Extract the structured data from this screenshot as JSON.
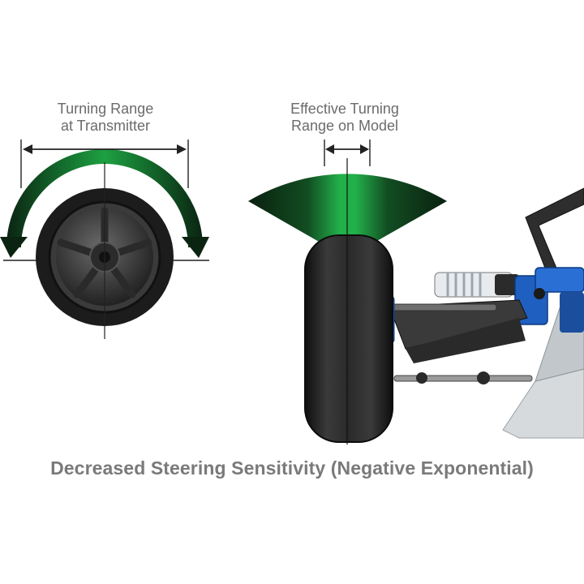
{
  "diagram": {
    "left_label": {
      "line1": "Turning Range",
      "line2": "at Transmitter"
    },
    "right_label": {
      "line1": "Effective Turning",
      "line2": "Range on Model"
    },
    "caption": "Decreased Steering Sensitivity (Negative Exponential)"
  },
  "colors": {
    "range_green": "#1a8a3a",
    "range_dark": "#0b2a14",
    "tire": "#1f1f1f",
    "suspension_blue": "#1f5fc0",
    "chassis": "#cfd3d6",
    "text": "#6b6b6b"
  }
}
